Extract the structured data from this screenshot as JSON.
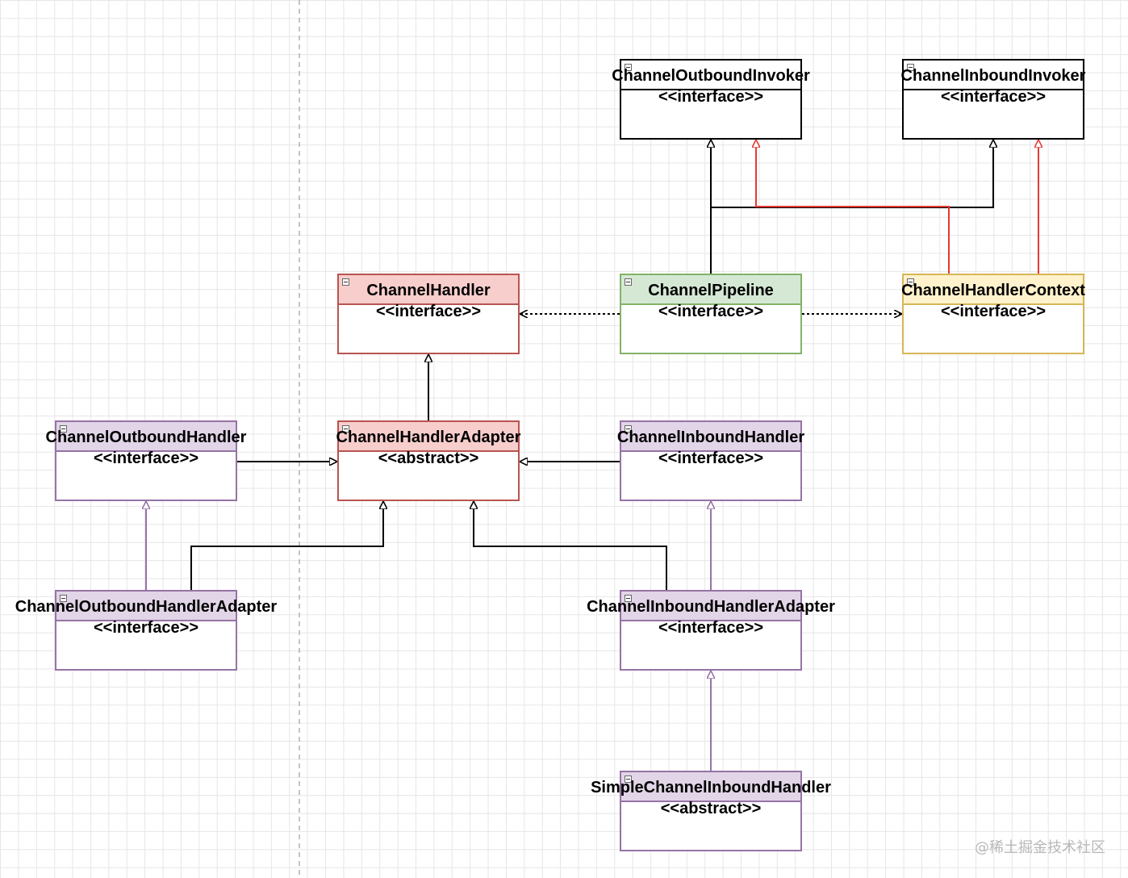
{
  "diagram": {
    "classes": [
      {
        "id": "channel-outbound-invoker",
        "name": "ChannelOutboundInvoker",
        "stereotype": "<<interface>>",
        "color": "black"
      },
      {
        "id": "channel-inbound-invoker",
        "name": "ChannelInboundInvoker",
        "stereotype": "<<interface>>",
        "color": "black"
      },
      {
        "id": "channel-handler",
        "name": "ChannelHandler",
        "stereotype": "<<interface>>",
        "color": "red"
      },
      {
        "id": "channel-pipeline",
        "name": "ChannelPipeline",
        "stereotype": "<<interface>>",
        "color": "green"
      },
      {
        "id": "channel-handler-context",
        "name": "ChannelHandlerContext",
        "stereotype": "<<interface>>",
        "color": "yellow"
      },
      {
        "id": "channel-outbound-handler",
        "name": "ChannelOutboundHandler",
        "stereotype": "<<interface>>",
        "color": "purple"
      },
      {
        "id": "channel-handler-adapter",
        "name": "ChannelHandlerAdapter",
        "stereotype": "<<abstract>>",
        "color": "red"
      },
      {
        "id": "channel-inbound-handler",
        "name": "ChannelInboundHandler",
        "stereotype": "<<interface>>",
        "color": "purple"
      },
      {
        "id": "channel-outbound-handler-adapter",
        "name": "ChannelOutboundHandlerAdapter",
        "stereotype": "<<interface>>",
        "color": "purple"
      },
      {
        "id": "channel-inbound-handler-adapter",
        "name": "ChannelInboundHandlerAdapter",
        "stereotype": "<<interface>>",
        "color": "purple"
      },
      {
        "id": "simple-channel-inbound-handler",
        "name": "SimpleChannelInboundHandler",
        "stereotype": "<<abstract>>",
        "color": "purple"
      }
    ],
    "relations": [
      {
        "from": "channel-pipeline",
        "to": "channel-outbound-invoker",
        "kind": "inheritance",
        "color": "black"
      },
      {
        "from": "channel-pipeline",
        "to": "channel-inbound-invoker",
        "kind": "inheritance",
        "color": "black"
      },
      {
        "from": "channel-handler-context",
        "to": "channel-outbound-invoker",
        "kind": "inheritance",
        "color": "red"
      },
      {
        "from": "channel-handler-context",
        "to": "channel-inbound-invoker",
        "kind": "inheritance",
        "color": "red"
      },
      {
        "from": "channel-pipeline",
        "to": "channel-handler",
        "kind": "dependency",
        "color": "black"
      },
      {
        "from": "channel-pipeline",
        "to": "channel-handler-context",
        "kind": "dependency",
        "color": "black"
      },
      {
        "from": "channel-handler-adapter",
        "to": "channel-handler",
        "kind": "inheritance",
        "color": "black"
      },
      {
        "from": "channel-outbound-handler",
        "to": "channel-handler-adapter",
        "kind": "inheritance",
        "color": "black"
      },
      {
        "from": "channel-inbound-handler",
        "to": "channel-handler-adapter",
        "kind": "inheritance",
        "color": "black"
      },
      {
        "from": "channel-outbound-handler-adapter",
        "to": "channel-outbound-handler",
        "kind": "inheritance",
        "color": "purple"
      },
      {
        "from": "channel-outbound-handler-adapter",
        "to": "channel-handler-adapter",
        "kind": "inheritance",
        "color": "black"
      },
      {
        "from": "channel-inbound-handler-adapter",
        "to": "channel-inbound-handler",
        "kind": "inheritance",
        "color": "purple"
      },
      {
        "from": "channel-inbound-handler-adapter",
        "to": "channel-handler-adapter",
        "kind": "inheritance",
        "color": "black"
      },
      {
        "from": "simple-channel-inbound-handler",
        "to": "channel-inbound-handler-adapter",
        "kind": "inheritance",
        "color": "purple"
      }
    ]
  },
  "colors": {
    "black": "#000000",
    "red": "#e53935",
    "purple": "#9673a6",
    "divider": "#b0b0b0"
  },
  "icons": {
    "collapse": "collapse-minus-icon"
  },
  "watermark": "@稀土掘金技术社区"
}
